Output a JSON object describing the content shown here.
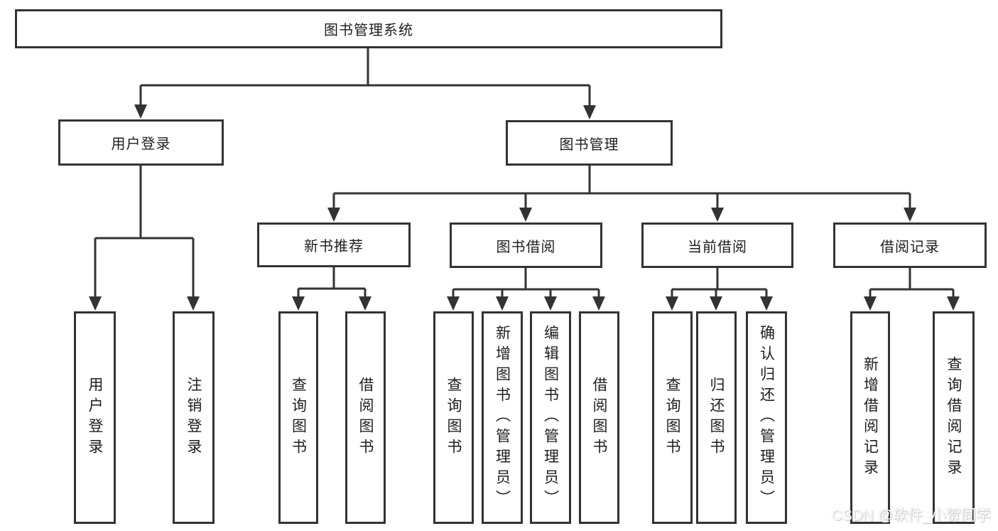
{
  "colors": {
    "line": "#333333",
    "text": "#1e1e1e",
    "box_bg": "#ffffff",
    "page_bg": "#ffffff",
    "watermark": "#ffffff"
  },
  "tree": {
    "label": "图书管理系统",
    "children": [
      {
        "label": "用户登录",
        "children": [
          {
            "label": "用户登录"
          },
          {
            "label": "注销登录"
          }
        ]
      },
      {
        "label": "图书管理",
        "children": [
          {
            "label": "新书推荐",
            "children": [
              {
                "label": "查询图书"
              },
              {
                "label": "借阅图书"
              }
            ]
          },
          {
            "label": "图书借阅",
            "children": [
              {
                "label": "查询图书"
              },
              {
                "label": "新增图书（管理员）"
              },
              {
                "label": "编辑图书（管理员）"
              },
              {
                "label": "借阅图书"
              }
            ]
          },
          {
            "label": "当前借阅",
            "children": [
              {
                "label": "查询图书"
              },
              {
                "label": "归还图书"
              },
              {
                "label": "确认归还（管理员）"
              }
            ]
          },
          {
            "label": "借阅记录",
            "children": [
              {
                "label": "新增借阅记录"
              },
              {
                "label": "查询借阅记录"
              }
            ]
          }
        ]
      }
    ]
  },
  "watermark": {
    "text": "CSDN @软件_小贺同学"
  }
}
